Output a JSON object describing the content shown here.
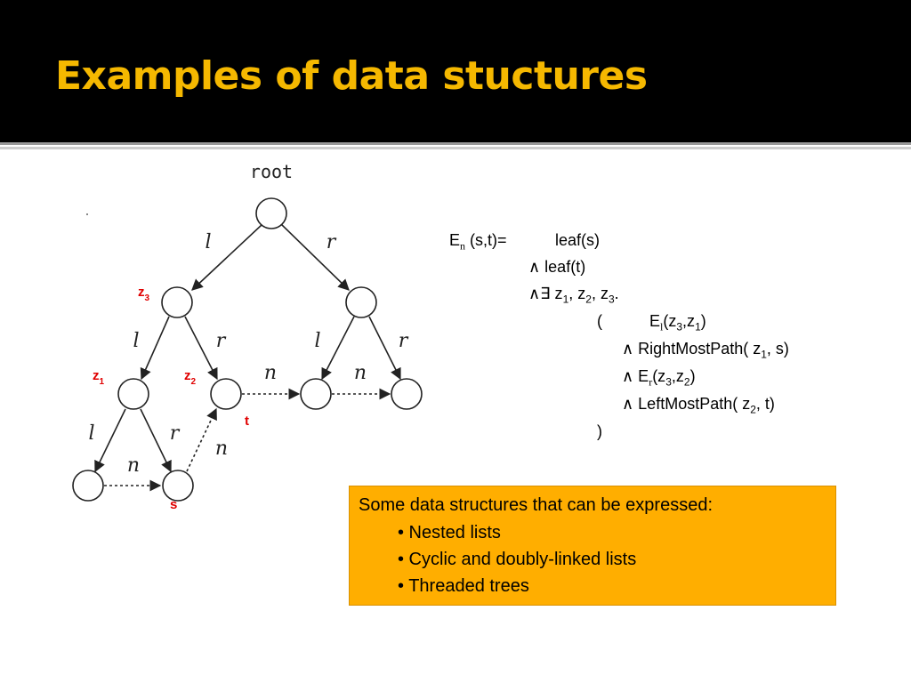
{
  "slide": {
    "title": "Examples of data stuctures"
  },
  "tree": {
    "root_label": "root",
    "edge_labels": {
      "l": "l",
      "r": "r",
      "n": "n"
    },
    "node_labels": {
      "z3": "z",
      "z3_sub": "3",
      "z1": "z",
      "z1_sub": "1",
      "z2": "z",
      "z2_sub": "2",
      "t": "t",
      "s": "s"
    }
  },
  "formula": {
    "line1": {
      "e": "E",
      "e_sub": "n",
      "args": " (s,t)=",
      "body": "leaf(s)"
    },
    "line2": "∧ leaf(t)",
    "line3": {
      "prefix": "∧∃ z",
      "s1": "1",
      "c1": ", z",
      "s2": "2",
      "c2": ", z",
      "s3": "3",
      "end": "."
    },
    "line4": {
      "paren": "(",
      "e": "E",
      "e_sub": "l",
      "a": "(z",
      "a_sub": "3",
      "b": ",z",
      "b_sub": "1",
      "c": ")"
    },
    "line5": {
      "text": "∧ RightMostPath( z",
      "sub": "1",
      "end": ", s)"
    },
    "line6": {
      "text": "∧ E",
      "e_sub": "r",
      "a": "(z",
      "a_sub": "3",
      "b": ",z",
      "b_sub": "2",
      "c": ")"
    },
    "line7": {
      "text": "∧ LeftMostPath( z",
      "sub": "2",
      "end": ", t)"
    },
    "line8": ")"
  },
  "info_box": {
    "heading": "Some data structures that can be expressed:",
    "items": [
      "• Nested lists",
      "• Cyclic and doubly-linked lists",
      "• Threaded trees"
    ]
  },
  "colors": {
    "title_bar": "#000000",
    "title_text": "#f5b800",
    "box_bg": "#ffae00",
    "node_label_red": "#e00000"
  }
}
